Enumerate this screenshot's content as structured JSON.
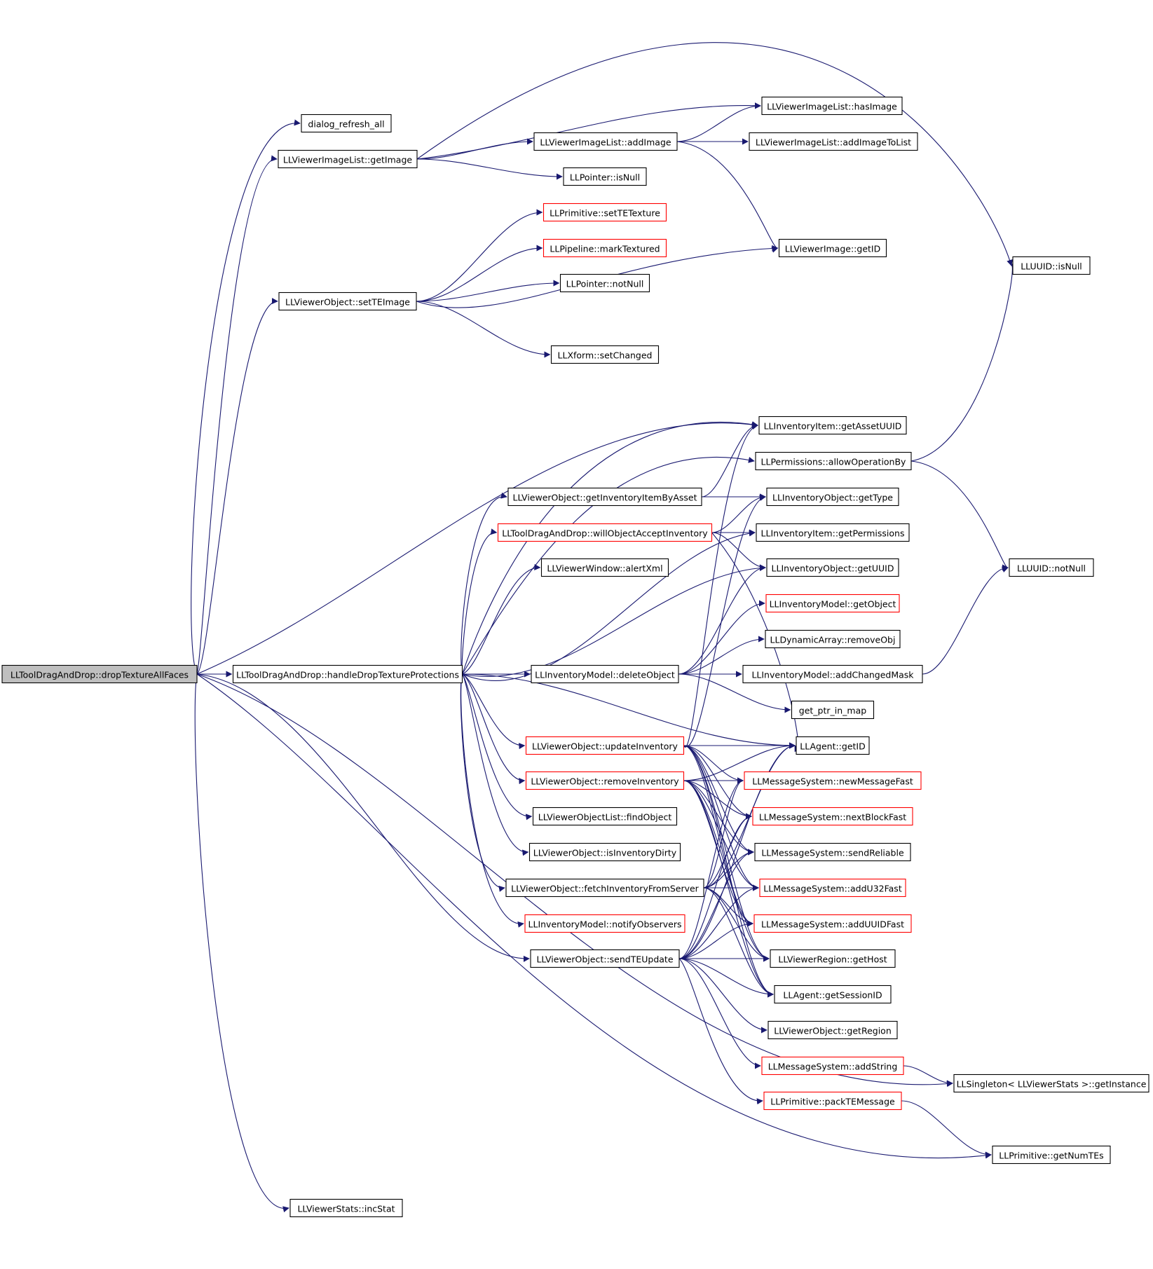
{
  "colors": {
    "edge": "#191970",
    "node_border": "#000000",
    "node_border_undocumented": "#ff0000",
    "root_fill": "#bfbfbf"
  },
  "nodes": [
    {
      "id": "root",
      "label": "LLToolDragAndDrop::dropTextureAllFaces",
      "style": "root"
    },
    {
      "id": "dialog_refresh",
      "label": "dialog_refresh_all",
      "style": "normal"
    },
    {
      "id": "vil_getImage",
      "label": "LLViewerImageList::getImage",
      "style": "normal"
    },
    {
      "id": "vil_hasImage",
      "label": "LLViewerImageList::hasImage",
      "style": "normal"
    },
    {
      "id": "vil_addImage",
      "label": "LLViewerImageList::addImage",
      "style": "normal"
    },
    {
      "id": "vil_addImageToList",
      "label": "LLViewerImageList::addImageToList",
      "style": "normal"
    },
    {
      "id": "ptr_isNull",
      "label": "LLPointer::isNull",
      "style": "normal"
    },
    {
      "id": "prim_setTETexture",
      "label": "LLPrimitive::setTETexture",
      "style": "red"
    },
    {
      "id": "pipe_markTextured",
      "label": "LLPipeline::markTextured",
      "style": "red"
    },
    {
      "id": "vimg_getID",
      "label": "LLViewerImage::getID",
      "style": "normal"
    },
    {
      "id": "uuid_isNull",
      "label": "LLUUID::isNull",
      "style": "normal"
    },
    {
      "id": "ptr_notNull",
      "label": "LLPointer::notNull",
      "style": "normal"
    },
    {
      "id": "vo_setTEImage",
      "label": "LLViewerObject::setTEImage",
      "style": "normal"
    },
    {
      "id": "xform_setChanged",
      "label": "LLXform::setChanged",
      "style": "normal"
    },
    {
      "id": "ii_getAssetUUID",
      "label": "LLInventoryItem::getAssetUUID",
      "style": "normal"
    },
    {
      "id": "perm_allowOp",
      "label": "LLPermissions::allowOperationBy",
      "style": "normal"
    },
    {
      "id": "vo_getInvItemByAsset",
      "label": "LLViewerObject::getInventoryItemByAsset",
      "style": "normal"
    },
    {
      "id": "io_getType",
      "label": "LLInventoryObject::getType",
      "style": "normal"
    },
    {
      "id": "tdd_willAccept",
      "label": "LLToolDragAndDrop::willObjectAcceptInventory",
      "style": "red"
    },
    {
      "id": "ii_getPermissions",
      "label": "LLInventoryItem::getPermissions",
      "style": "normal"
    },
    {
      "id": "vw_alertXml",
      "label": "LLViewerWindow::alertXml",
      "style": "normal"
    },
    {
      "id": "io_getUUID",
      "label": "LLInventoryObject::getUUID",
      "style": "normal"
    },
    {
      "id": "uuid_notNull",
      "label": "LLUUID::notNull",
      "style": "normal"
    },
    {
      "id": "im_getObject",
      "label": "LLInventoryModel::getObject",
      "style": "red"
    },
    {
      "id": "da_removeObj",
      "label": "LLDynamicArray::removeObj",
      "style": "normal"
    },
    {
      "id": "tdd_handleDrop",
      "label": "LLToolDragAndDrop::handleDropTextureProtections",
      "style": "normal"
    },
    {
      "id": "im_deleteObject",
      "label": "LLInventoryModel::deleteObject",
      "style": "normal"
    },
    {
      "id": "im_addChangedMask",
      "label": "LLInventoryModel::addChangedMask",
      "style": "normal"
    },
    {
      "id": "get_ptr_in_map",
      "label": "get_ptr_in_map",
      "style": "normal"
    },
    {
      "id": "vo_updateInventory",
      "label": "LLViewerObject::updateInventory",
      "style": "red"
    },
    {
      "id": "agent_getID",
      "label": "LLAgent::getID",
      "style": "normal"
    },
    {
      "id": "vo_removeInventory",
      "label": "LLViewerObject::removeInventory",
      "style": "red"
    },
    {
      "id": "ms_newMessageFast",
      "label": "LLMessageSystem::newMessageFast",
      "style": "red"
    },
    {
      "id": "vol_findObject",
      "label": "LLViewerObjectList::findObject",
      "style": "normal"
    },
    {
      "id": "ms_nextBlockFast",
      "label": "LLMessageSystem::nextBlockFast",
      "style": "red"
    },
    {
      "id": "vo_isInventoryDirty",
      "label": "LLViewerObject::isInventoryDirty",
      "style": "normal"
    },
    {
      "id": "ms_sendReliable",
      "label": "LLMessageSystem::sendReliable",
      "style": "normal"
    },
    {
      "id": "vo_fetchInventory",
      "label": "LLViewerObject::fetchInventoryFromServer",
      "style": "normal"
    },
    {
      "id": "ms_addU32Fast",
      "label": "LLMessageSystem::addU32Fast",
      "style": "red"
    },
    {
      "id": "im_notifyObservers",
      "label": "LLInventoryModel::notifyObservers",
      "style": "red"
    },
    {
      "id": "ms_addUUIDFast",
      "label": "LLMessageSystem::addUUIDFast",
      "style": "red"
    },
    {
      "id": "vo_sendTEUpdate",
      "label": "LLViewerObject::sendTEUpdate",
      "style": "normal"
    },
    {
      "id": "vr_getHost",
      "label": "LLViewerRegion::getHost",
      "style": "normal"
    },
    {
      "id": "agent_getSessionID",
      "label": "LLAgent::getSessionID",
      "style": "normal"
    },
    {
      "id": "vo_getRegion",
      "label": "LLViewerObject::getRegion",
      "style": "normal"
    },
    {
      "id": "ms_addString",
      "label": "LLMessageSystem::addString",
      "style": "red"
    },
    {
      "id": "singleton_getInstance",
      "label": "LLSingleton< LLViewerStats >::getInstance",
      "style": "normal"
    },
    {
      "id": "prim_packTEMessage",
      "label": "LLPrimitive::packTEMessage",
      "style": "red"
    },
    {
      "id": "prim_getNumTEs",
      "label": "LLPrimitive::getNumTEs",
      "style": "normal"
    },
    {
      "id": "vs_incStat",
      "label": "LLViewerStats::incStat",
      "style": "normal"
    }
  ]
}
